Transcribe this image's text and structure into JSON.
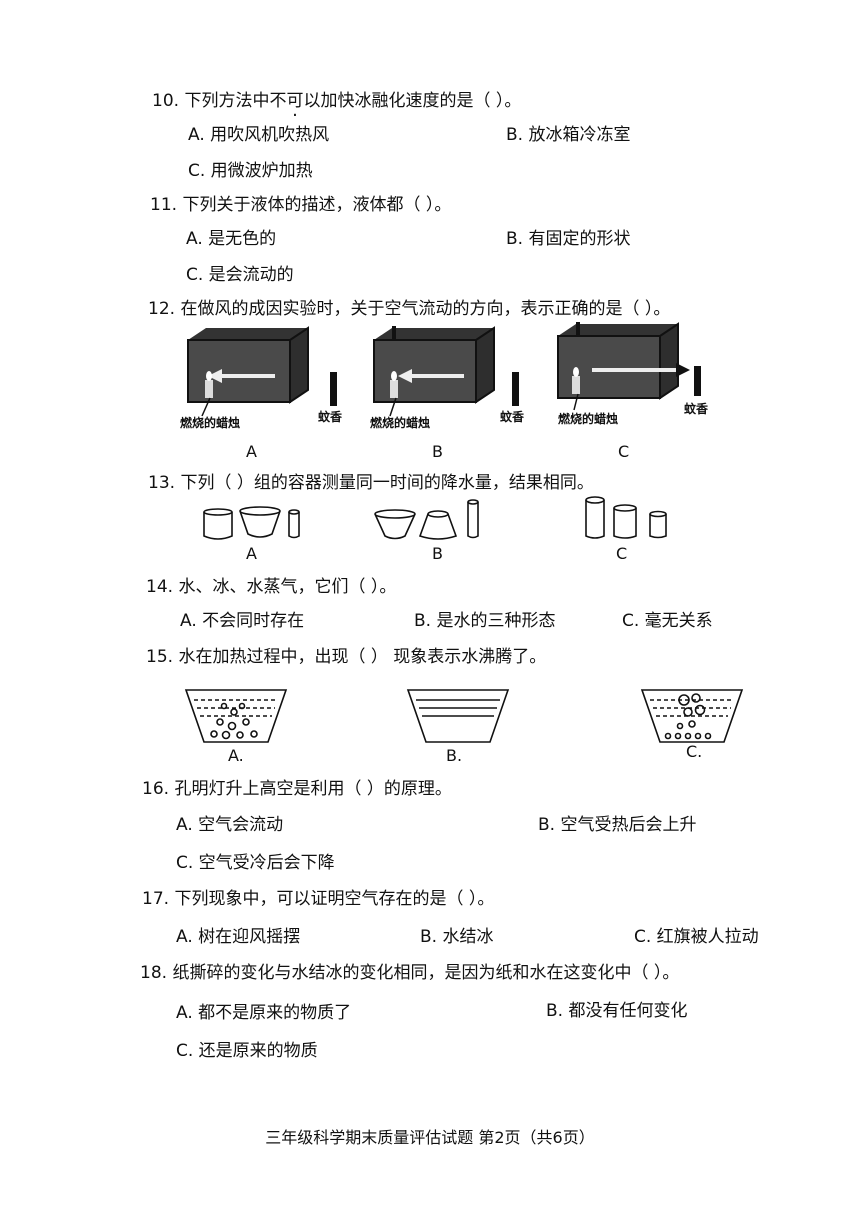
{
  "questions": [
    {
      "id": "q10",
      "number": "10.",
      "text_before": "下列方法中",
      "emphasis": "不可以",
      "text_after": "加快冰融化速度的是（        ）。",
      "options": [
        "A. 用吹风机吹热风",
        "B. 放冰箱冷冻室",
        "C. 用微波炉加热"
      ]
    },
    {
      "id": "q11",
      "number": "11.",
      "text": "下列关于液体的描述，液体都（        ）。",
      "options": [
        "A. 是无色的",
        "B. 有固定的形状",
        "C. 是会流动的"
      ]
    },
    {
      "id": "q12",
      "number": "12.",
      "text": "在做风的成因实验时，关于空气流动的方向，表示正确的是（        ）。",
      "captions": {
        "candle": "燃烧的蜡烛",
        "incense": "蚊香"
      },
      "labels": [
        "A",
        "B",
        "C"
      ]
    },
    {
      "id": "q13",
      "number": "13.",
      "text": "下列（        ）组的容器测量同一时间的降水量，结果相同。",
      "labels": [
        "A",
        "B",
        "C"
      ]
    },
    {
      "id": "q14",
      "number": "14.",
      "text": "水、冰、水蒸气，它们（        ）。",
      "options": [
        "A. 不会同时存在",
        "B. 是水的三种形态",
        "C. 毫无关系"
      ]
    },
    {
      "id": "q15",
      "number": "15.",
      "text": "水在加热过程中，出现（        ） 现象表示水沸腾了。",
      "labels": [
        "A.",
        "B.",
        "C."
      ]
    },
    {
      "id": "q16",
      "number": "16.",
      "text": "孔明灯升上高空是利用（        ）的原理。",
      "options": [
        "A. 空气会流动",
        "B. 空气受热后会上升",
        "C. 空气受冷后会下降"
      ]
    },
    {
      "id": "q17",
      "number": "17.",
      "text": "下列现象中，可以证明空气存在的是（        ）。",
      "options": [
        "A. 树在迎风摇摆",
        "B. 水结冰",
        "C. 红旗被人拉动"
      ]
    },
    {
      "id": "q18",
      "number": "18.",
      "text": "纸撕碎的变化与水结冰的变化相同，是因为纸和水在这变化中（        ）。",
      "options": [
        "A. 都不是原来的物质了",
        "B. 都没有任何变化",
        "C. 还是原来的物质"
      ]
    }
  ],
  "footer": "三年级科学期末质量评估试题 第2页（共6页）"
}
